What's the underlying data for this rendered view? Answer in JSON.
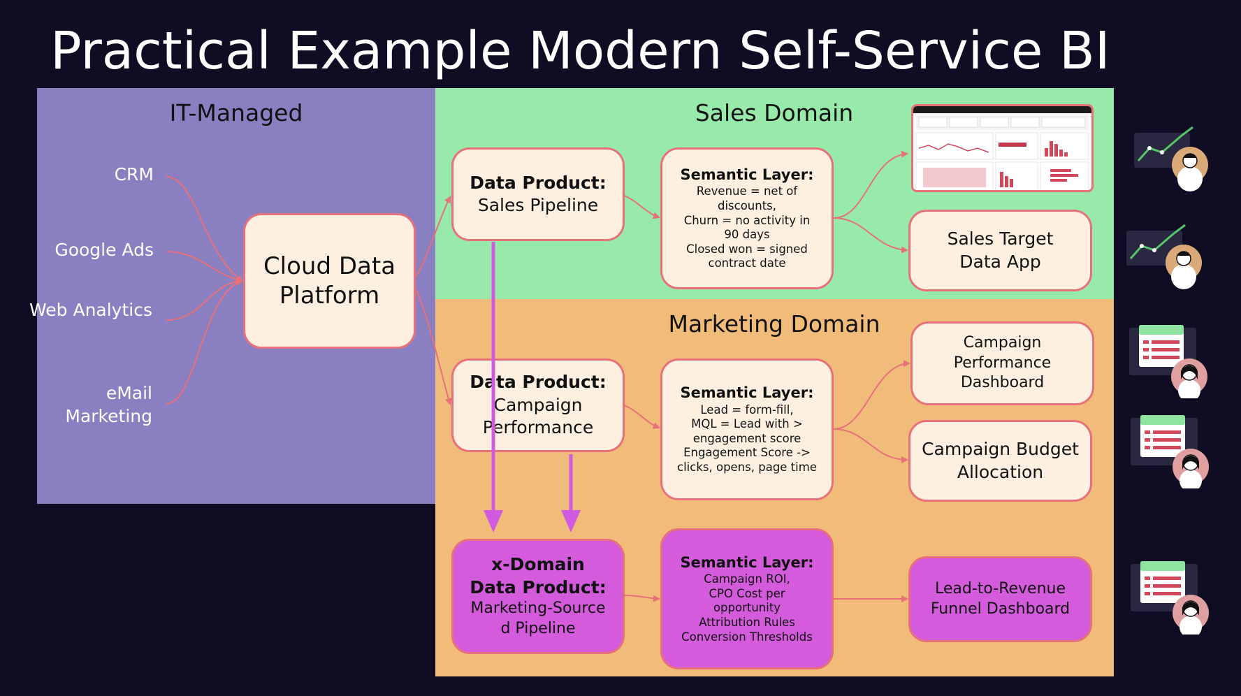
{
  "title": "Practical Example Modern Self-Service BI",
  "regions": {
    "it": "IT-Managed",
    "sales": "Sales Domain",
    "marketing": "Marketing Domain"
  },
  "sources": [
    "CRM",
    "Google Ads",
    "Web Analytics",
    "eMail Marketing"
  ],
  "cloud_platform": "Cloud Data Platform",
  "sales_product": {
    "title": "Data Product:",
    "subtitle": "Sales Pipeline"
  },
  "sales_semantic": {
    "title": "Semantic Layer:",
    "lines": [
      "Revenue = net of discounts,",
      "Churn = no activity in 90 days",
      "Closed won = signed contract date"
    ]
  },
  "sales_apps": {
    "target_app": "Sales Target Data App"
  },
  "marketing_product": {
    "title": "Data Product:",
    "subtitle": "Campaign Performance"
  },
  "marketing_semantic": {
    "title": "Semantic Layer:",
    "lines": [
      "Lead = form-fill,",
      "MQL = Lead with > engagement score",
      "Engagement Score -> clicks, opens, page time"
    ]
  },
  "marketing_apps": {
    "dashboard": "Campaign Performance Dashboard",
    "budget": "Campaign Budget Allocation"
  },
  "xdomain_product": {
    "title_1": "x-Domain",
    "title_2": "Data Product:",
    "subtitle": "Marketing-Sourced Pipeline"
  },
  "xdomain_semantic": {
    "title": "Semantic Layer:",
    "lines": [
      "Campaign ROI,",
      "CPO Cost per opportunity",
      "Attribution Rules",
      "Conversion Thresholds"
    ]
  },
  "xdomain_app": "Lead-to-Revenue Funnel Dashboard",
  "colors": {
    "background": "#0f0c24",
    "it_panel": "#8a7fc0",
    "sales_panel": "#98eaab",
    "marketing_panel": "#f1bc7a",
    "box_fill": "#fdf0e1",
    "box_border": "#e8707a",
    "xdomain_fill": "#d35bdc",
    "arrow_pink": "#e8707a",
    "arrow_violet": "#d05ae0"
  }
}
